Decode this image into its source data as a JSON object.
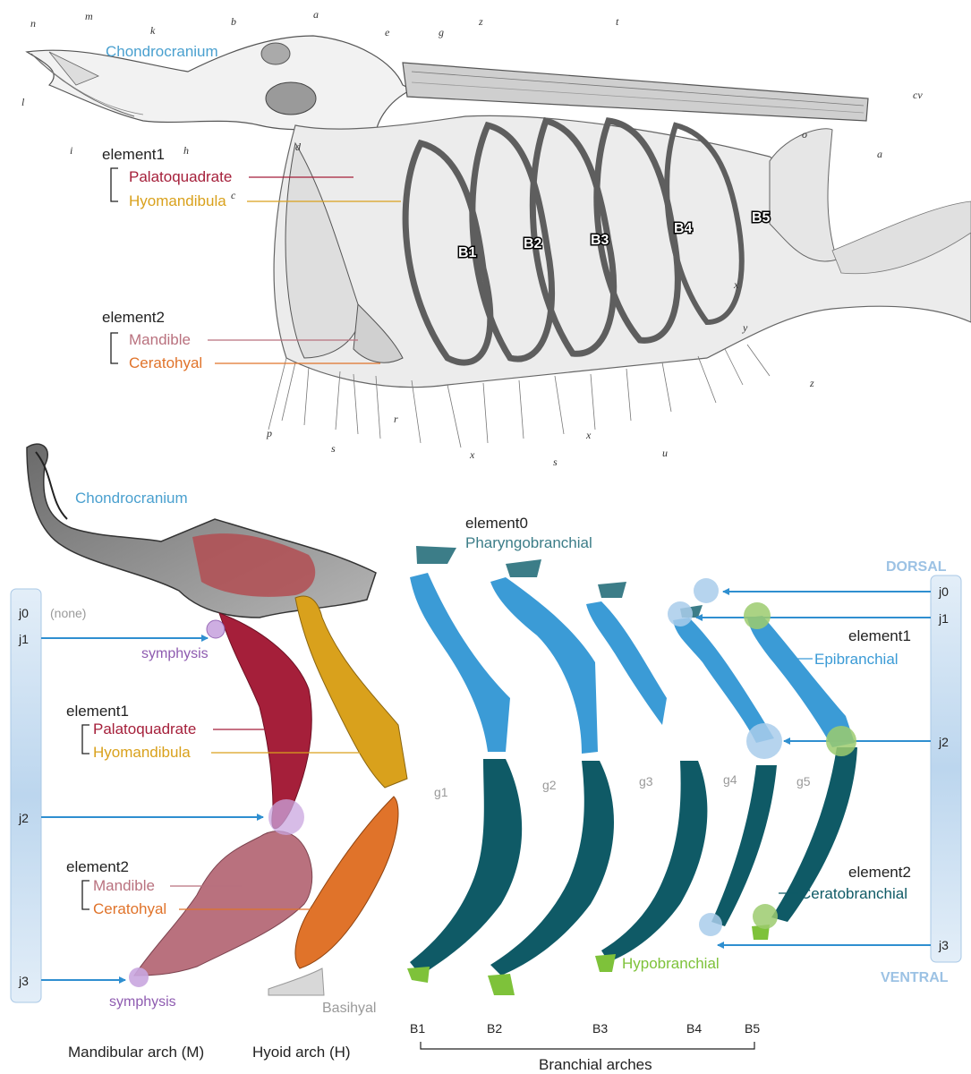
{
  "colors": {
    "chondro": "#4aa0cf",
    "palatoquadrate": "#a51f3a",
    "hyomandibula": "#d9a11c",
    "mandible": "#b9717e",
    "ceratohyal": "#e0732a",
    "pharyngo": "#3c7d88",
    "epibranchial": "#3b9bd6",
    "ceratobranchial": "#0f5a66",
    "hypobranchial": "#7ec23a",
    "symphysis": "#8e5bb0",
    "joint_blue": "#a9cdeb",
    "joint_green": "#9ccb6e",
    "axis_bar": "#cfe2f3",
    "arrow": "#2f8fd0",
    "dark_text": "#222222",
    "grey_text": "#9a9a9a"
  },
  "top": {
    "chondrocranium": "Chondrocranium",
    "element1": "element1",
    "palatoquadrate": "Palatoquadrate",
    "hyomandibula": "Hyomandibula",
    "element2": "element2",
    "mandible": "Mandible",
    "ceratohyal": "Ceratohyal",
    "arches": [
      "B1",
      "B2",
      "B3",
      "B4",
      "B5"
    ],
    "sketch_letters": [
      "n",
      "m",
      "k",
      "l",
      "i",
      "b",
      "a",
      "e",
      "g",
      "z",
      "t",
      "cv",
      "d",
      "c",
      "o",
      "a",
      "x",
      "z",
      "p",
      "s",
      "r",
      "x",
      "s",
      "x",
      "u",
      "h",
      "y"
    ]
  },
  "bottom": {
    "chondrocranium": "Chondrocranium",
    "element0": "element0",
    "pharyngobranchial": "Pharyngobranchial",
    "dorsal": "DORSAL",
    "ventral": "VENTRAL",
    "left_joints": [
      "j0",
      "j1",
      "j2",
      "j3"
    ],
    "right_joints": [
      "j0",
      "j1",
      "j2",
      "j3"
    ],
    "none": "(none)",
    "symphysis_top": "symphysis",
    "symphysis_bottom": "symphysis",
    "element1": "element1",
    "palatoquadrate": "Palatoquadrate",
    "hyomandibula": "Hyomandibula",
    "element2": "element2",
    "mandible": "Mandible",
    "ceratohyal": "Ceratohyal",
    "right_element1": "element1",
    "epibranchial": "Epibranchial",
    "right_element2": "element2",
    "ceratobranchial": "Ceratobranchial",
    "hypobranchial": "Hypobranchial",
    "basihyal": "Basihyal",
    "gill_labels": [
      "g1",
      "g2",
      "g3",
      "g4",
      "g5"
    ],
    "arch_labels": [
      "B1",
      "B2",
      "B3",
      "B4",
      "B5"
    ],
    "mandibular_arch": "Mandibular arch (M)",
    "hyoid_arch": "Hyoid arch (H)",
    "branchial_arches": "Branchial arches"
  }
}
